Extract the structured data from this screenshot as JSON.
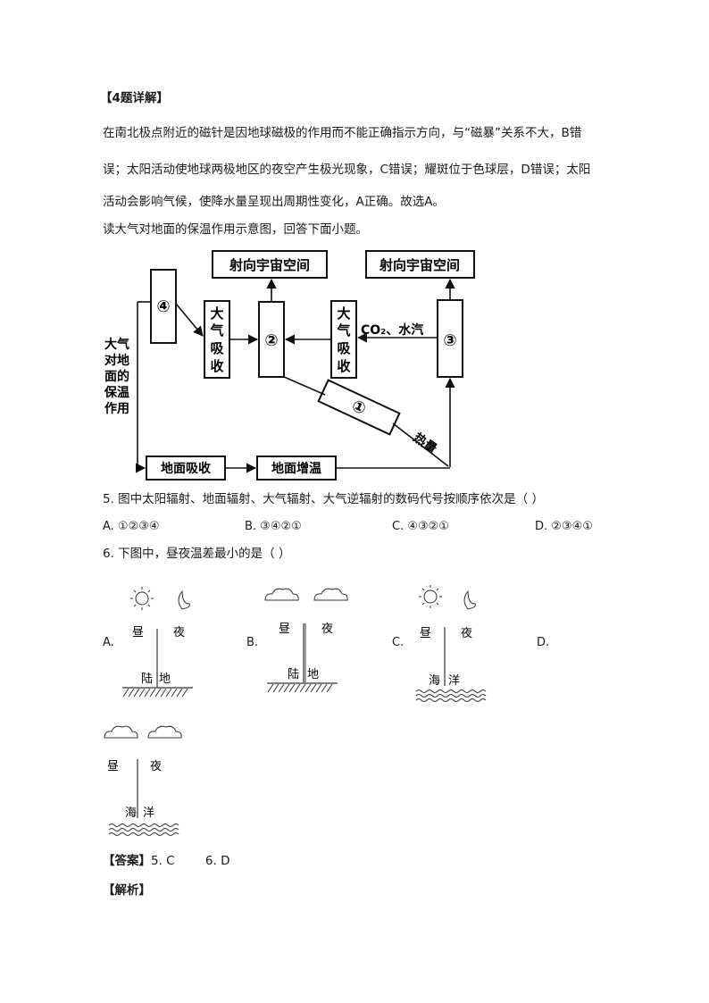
{
  "prev_answer": {
    "heading": "【4题详解】",
    "line1": "在南北极点附近的磁针是因地球磁极的作用而不能正确指示方向，与“磁暴”关系不大，B错",
    "line2": "误；太阳活动使地球两极地区的夜空产生极光现象，C错误；耀斑位于色球层，D错误；太阳",
    "line3": "活动会影响气候，使降水量呈现出周期性变化，A正确。故选A。"
  },
  "intro": "读大气对地面的保温作用示意图，回答下面小题。",
  "diagram": {
    "space_left": "射向宇宙空间",
    "space_right": "射向宇宙空间",
    "num1": "①",
    "num2": "②",
    "num3": "③",
    "num4": "④",
    "atm_abs1": [
      "大",
      "气",
      "吸",
      "收"
    ],
    "atm_abs2": [
      "大",
      "气",
      "吸",
      "收"
    ],
    "co2": "CO₂、水汽",
    "side_label": [
      "大气",
      "对地",
      "面的",
      "保温",
      "作用"
    ],
    "ground_abs": "地面吸收",
    "ground_warm": "地面增温",
    "heat": "热量"
  },
  "q5": {
    "stem": "5. 图中太阳辐射、地面辐射、大气辐射、大气逆辐射的数码代号按顺序依次是（   ）",
    "options": [
      "A. ①②③④",
      "B. ③④②①",
      "C. ④③②①",
      "D. ②③④①"
    ]
  },
  "q6": {
    "stem": "6. 下图中，昼夜温差最小的是（      ）",
    "letters": [
      "A.",
      "B.",
      "C.",
      "D."
    ],
    "day": "昼",
    "night": "夜",
    "land": [
      "陆",
      "地"
    ],
    "ocean": [
      "海",
      "洋"
    ]
  },
  "answer": {
    "label": "【答案】",
    "text": "5. C        6. D"
  },
  "analysis_label": "【解析】"
}
